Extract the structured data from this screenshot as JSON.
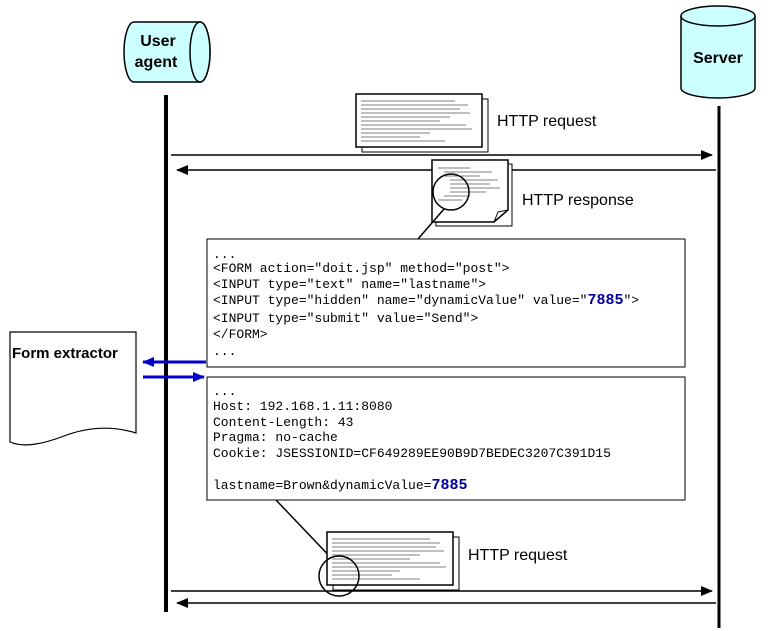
{
  "actors": {
    "user_agent": "User\nagent",
    "server": "Server",
    "form_extractor": "Form extractor"
  },
  "labels": {
    "http_request_top": "HTTP request",
    "http_response": "HTTP response",
    "http_request_bottom": "HTTP request"
  },
  "form_box": {
    "lines": [
      "...",
      "<FORM action=\"doit.jsp\" method=\"post\">",
      "<INPUT type=\"text\" name=\"lastname\">",
      "<INPUT type=\"hidden\" name=\"dynamicValue\" value=\"",
      "<INPUT type=\"submit\" value=\"Send\">",
      "</FORM>",
      "..."
    ],
    "hidden_value": "7885",
    "hidden_suffix": "\">"
  },
  "request_box": {
    "lines": [
      "...",
      "Host: 192.168.1.11:8080",
      "Content-Length: 43",
      "Pragma: no-cache",
      "Cookie: JSESSIONID=CF649289EE90B9D7BEDEC3207C391D15",
      "",
      "lastname=Brown&dynamicValue="
    ],
    "dynamic_value": "7885"
  },
  "colors": {
    "actor_fill": "#ccffff",
    "arrow_blue": "#0000cc",
    "value_blue": "#000099",
    "line": "#000000"
  }
}
